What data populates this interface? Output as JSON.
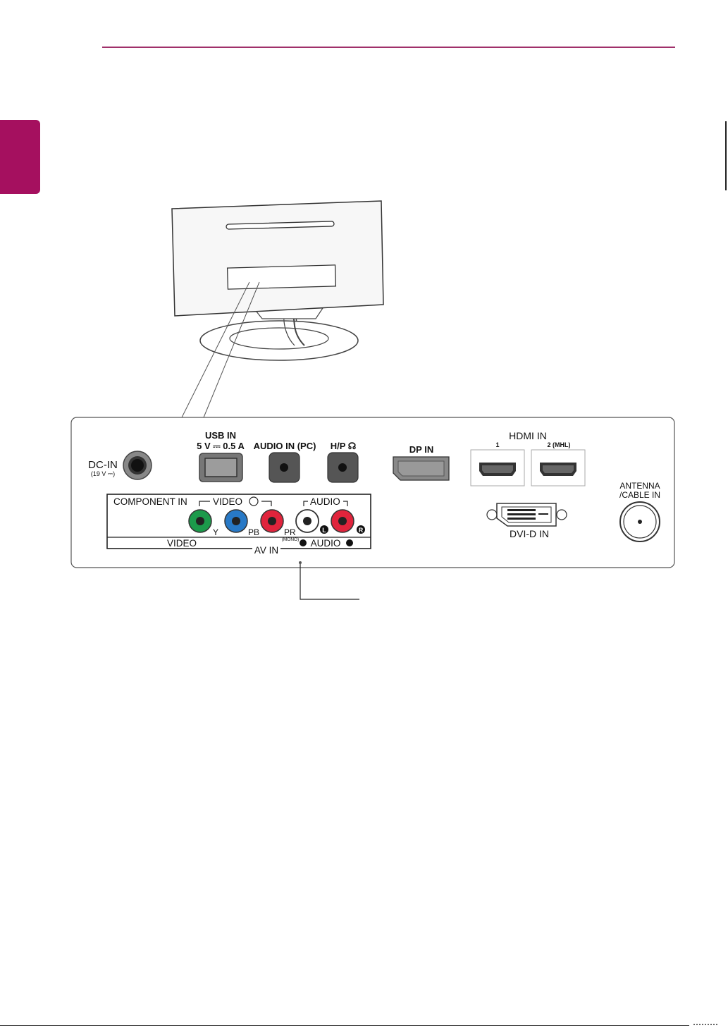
{
  "colors": {
    "accent": "#a5105f",
    "rule": "#a0306a",
    "green": "#1c9a4b",
    "blue": "#2879c6",
    "red": "#e0243c",
    "white": "#ffffff"
  },
  "panel": {
    "dc_in": {
      "label": "DC-IN",
      "sub": "(19 V ⎓)"
    },
    "usb": {
      "label": "USB IN",
      "sub": "5 V ⎓ 0.5 A"
    },
    "audio_pc": {
      "label": "AUDIO IN (PC)"
    },
    "hp": {
      "label": "H/P ☊"
    },
    "dp": {
      "label": "DP IN"
    },
    "hdmi": {
      "label": "HDMI IN",
      "port1": "1",
      "port2": "2 (MHL)"
    },
    "antenna": {
      "line1": "ANTENNA",
      "line2": "/CABLE IN"
    },
    "dvi": {
      "label": "DVI-D   IN"
    },
    "av_box": {
      "component_in": "COMPONENT IN",
      "video_top": "VIDEO",
      "audio_top": "AUDIO",
      "y": "Y",
      "pb": "PB",
      "pr": "PR",
      "l": "L",
      "r": "R",
      "video_bottom": "VIDEO",
      "av_in": "AV IN",
      "mono": "(MONO)",
      "audio_bottom": "AUDIO"
    }
  }
}
